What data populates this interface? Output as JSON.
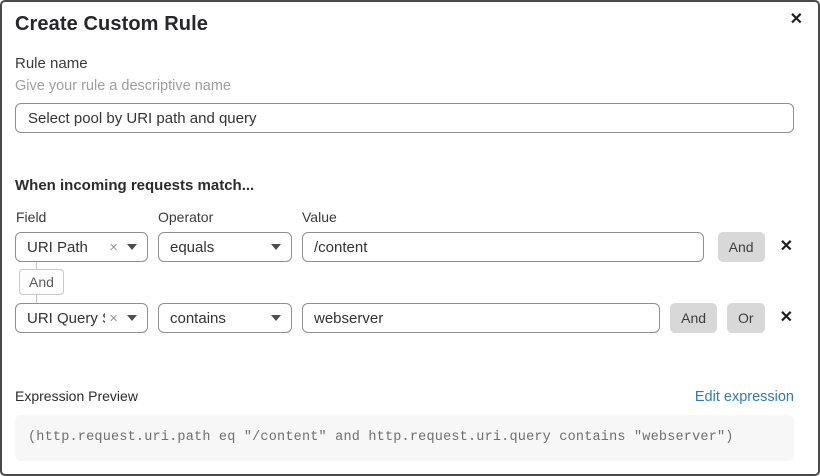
{
  "dialog": {
    "title": "Create Custom Rule"
  },
  "icons": {
    "close": "✕",
    "clear": "×",
    "delete": "✕"
  },
  "rule_name": {
    "label": "Rule name",
    "helper": "Give your rule a descriptive name",
    "value": "Select pool by URI path and query"
  },
  "match": {
    "heading": "When incoming requests match...",
    "columns": {
      "field": "Field",
      "operator": "Operator",
      "value": "Value"
    },
    "rows": [
      {
        "field": "URI Path",
        "operator": "equals",
        "value": "/content",
        "and_label": "And"
      },
      {
        "field": "URI Query St...",
        "operator": "contains",
        "value": "webserver",
        "and_label": "And",
        "or_label": "Or"
      }
    ],
    "connector_label": "And"
  },
  "preview": {
    "label": "Expression Preview",
    "edit_link": "Edit expression",
    "expression": "(http.request.uri.path eq \"/content\" and http.request.uri.query contains \"webserver\")"
  },
  "colors": {
    "link_blue": "#2d7cb5",
    "logic_button_bg": "#d8d8d8",
    "input_border": "#8f8f8f",
    "modal_border": "#4a4a4a",
    "expression_bg": "#f7f7f7"
  }
}
